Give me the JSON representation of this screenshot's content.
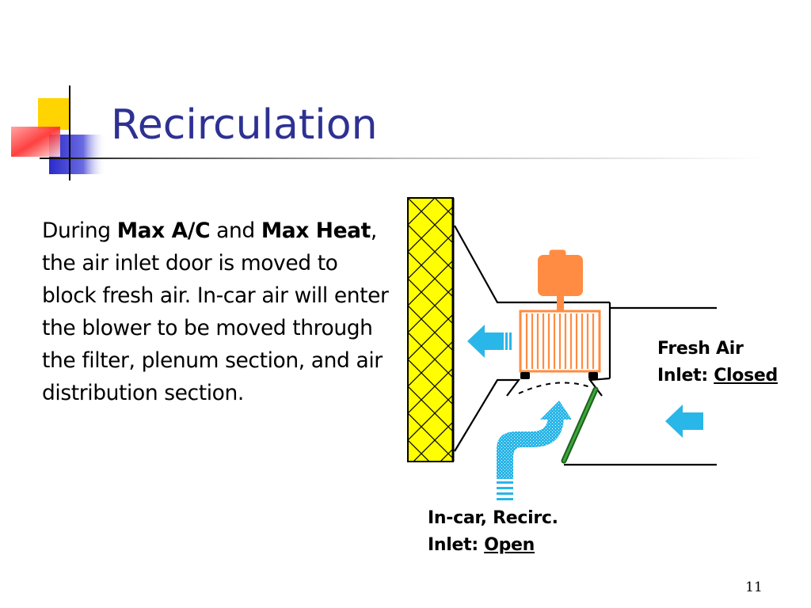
{
  "slide": {
    "title": "Recirculation",
    "body": {
      "p1": "During ",
      "b1": "Max A/C",
      "p2": " and ",
      "b2": "Max Heat",
      "p3": ", the air inlet door is moved to block fresh air. In-car air will enter the blower to be moved through the filter, plenum section, and air distribution section."
    },
    "fresh_air_label": {
      "line1": "Fresh Air",
      "prefix": "Inlet: ",
      "status": "Closed"
    },
    "incar_label": {
      "line1": "In-car, Recirc.",
      "prefix": "Inlet: ",
      "status": "Open"
    },
    "page_number": "11"
  },
  "colors": {
    "title": "#2e3192",
    "filter": "#ffff00",
    "blower": "#ff8c42",
    "airflow_arrow": "#29b6e8",
    "inlet_door": "#2e8b2e"
  },
  "icons": {
    "title_decoration": "overlapping-squares",
    "fresh_air_arrow": "arrow-left-icon",
    "incar_air_arrow": "curved-arrow-up-icon",
    "blower_output_arrow": "arrow-left-icon"
  }
}
